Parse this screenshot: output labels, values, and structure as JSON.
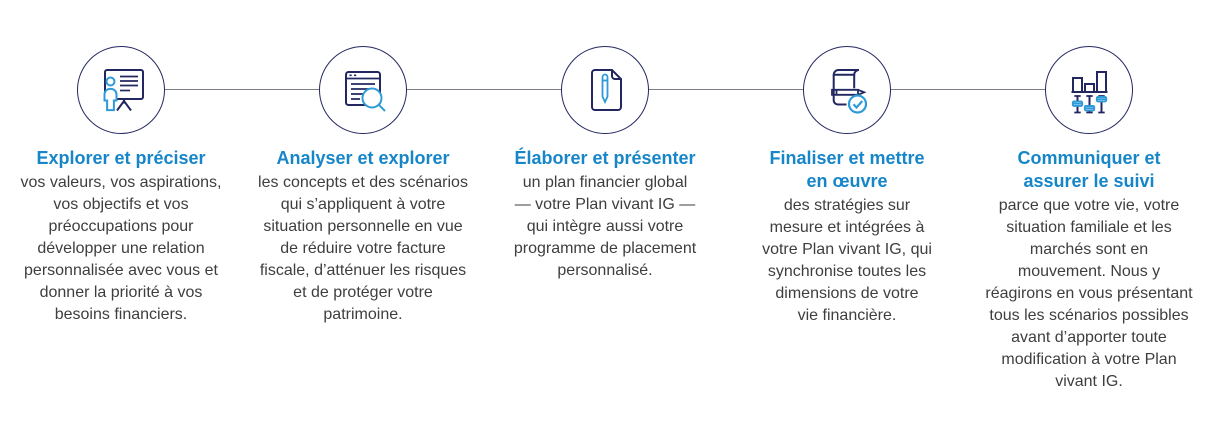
{
  "colors": {
    "title_blue": "#1786c8",
    "body_text": "#3e3e3e",
    "outline_navy": "#232761",
    "accent_blue": "#2f9ad8",
    "connector_gray": "#7d7e85"
  },
  "process": {
    "steps": [
      {
        "icon": "presentation-board-icon",
        "title": "Explorer et préciser",
        "description": "vos valeurs, vos aspirations,\nvos objectifs et vos\npréoccupations pour\ndévelopper une relation\npersonnalisée avec vous et\ndonner la priorité à vos\nbesoins financiers."
      },
      {
        "icon": "document-magnifier-icon",
        "title": "Analyser et explorer",
        "description": "les concepts et des scénarios\nqui s’appliquent à votre\nsituation personnelle en vue\nde réduire votre facture\nfiscale, d’atténuer les risques\net de protéger votre\npatrimoine."
      },
      {
        "icon": "document-pencil-icon",
        "title": "Élaborer et présenter",
        "description": "un plan financier global\n— votre Plan vivant IG —\nqui intègre aussi votre\nprogramme de placement\npersonnalisé."
      },
      {
        "icon": "scroll-pencil-check-icon",
        "title": "Finaliser et mettre\nen œuvre",
        "description": "des stratégies sur\nmesure et intégrées à\nvotre Plan vivant IG, qui\nsynchronise toutes les\ndimensions de votre\nvie financière."
      },
      {
        "icon": "bar-chart-sliders-icon",
        "title": "Communiquer et\nassurer le suivi",
        "description": "parce que votre vie, votre\nsituation familiale et les\nmarchés sont en\nmouvement. Nous y\nréagirons en vous présentant\ntous les scénarios possibles\navant d’apporter toute\nmodification à votre Plan\nvivant IG."
      }
    ]
  }
}
